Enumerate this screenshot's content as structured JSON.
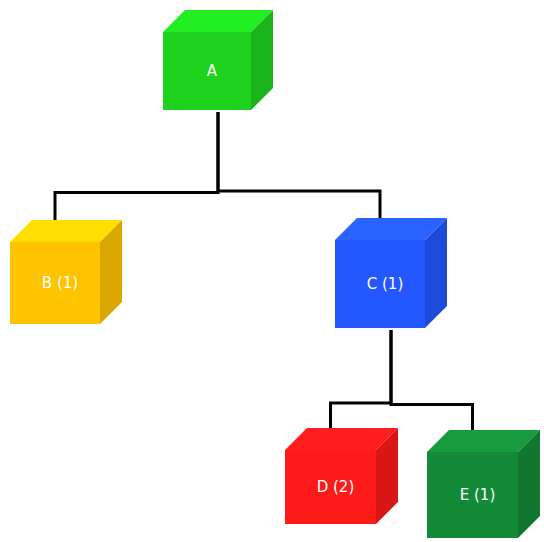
{
  "diagram": {
    "nodes": [
      {
        "text": [
          "A"
        ]
      },
      {
        "text": [
          "B (1)"
        ]
      },
      {
        "text": [
          "C (1)"
        ]
      },
      {
        "text": [
          "D (2)"
        ]
      },
      {
        "text": [
          "E (1)"
        ]
      }
    ],
    "edges": [
      {
        "from": 0,
        "to": 1,
        "arrow": "none"
      },
      {
        "from": 0,
        "to": 2,
        "arrow": "none"
      },
      {
        "from": 2,
        "to": 3,
        "arrow": "none"
      },
      {
        "from": 2,
        "to": 4,
        "arrow": "none"
      }
    ]
  }
}
